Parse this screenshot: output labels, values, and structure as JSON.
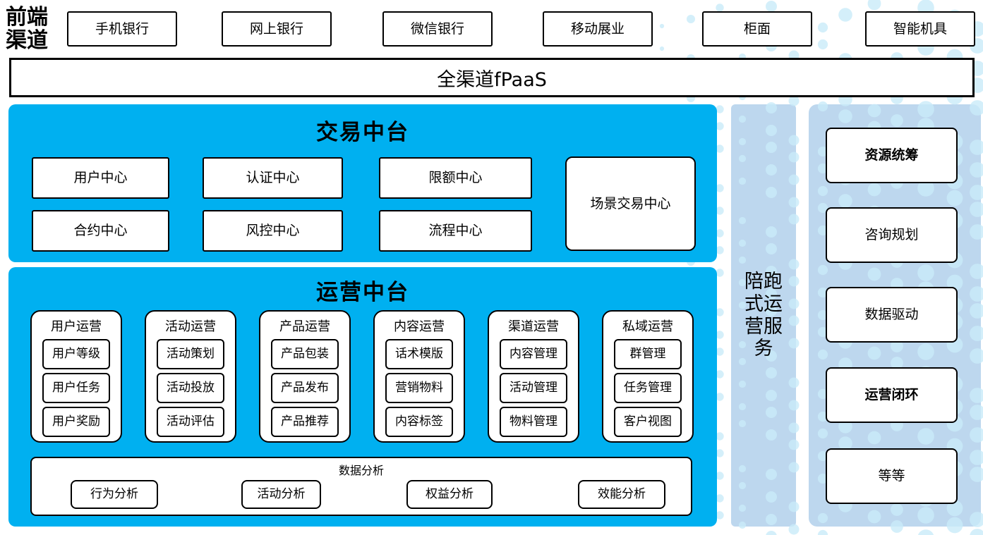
{
  "frontend": {
    "label": "前端渠道",
    "channels": [
      "手机银行",
      "网上银行",
      "微信银行",
      "移动展业",
      "柜面",
      "智能机具"
    ]
  },
  "fpaas": {
    "label": "全渠道fPaaS"
  },
  "trade_platform": {
    "title": "交易中台",
    "centers": [
      "用户中心",
      "认证中心",
      "限额中心",
      "合约中心",
      "风控中心",
      "流程中心"
    ],
    "scene_center": "场景交易中心"
  },
  "operation_platform": {
    "title": "运营中台",
    "groups": [
      {
        "title": "用户运营",
        "items": [
          "用户等级",
          "用户任务",
          "用户奖励"
        ]
      },
      {
        "title": "活动运营",
        "items": [
          "活动策划",
          "活动投放",
          "活动评估"
        ]
      },
      {
        "title": "产品运营",
        "items": [
          "产品包装",
          "产品发布",
          "产品推荐"
        ]
      },
      {
        "title": "内容运营",
        "items": [
          "话术模版",
          "营销物料",
          "内容标签"
        ]
      },
      {
        "title": "渠道运营",
        "items": [
          "内容管理",
          "活动管理",
          "物料管理"
        ]
      },
      {
        "title": "私域运营",
        "items": [
          "群管理",
          "任务管理",
          "客户视图"
        ]
      }
    ],
    "analysis": {
      "title": "数据分析",
      "items": [
        "行为分析",
        "活动分析",
        "权益分析",
        "效能分析"
      ]
    }
  },
  "escort_service": {
    "label": "陪跑式运营服务"
  },
  "right_panel": {
    "items": [
      {
        "label": "资源统筹"
      },
      {
        "label": "咨询规划"
      },
      {
        "label": "数据驱动"
      },
      {
        "label": "运营闭环"
      },
      {
        "label": "等等"
      }
    ]
  },
  "colors": {
    "primary_blue": "#00B0F0",
    "light_blue": "#BDD7EE",
    "dot_color": "#C9EBF9"
  }
}
